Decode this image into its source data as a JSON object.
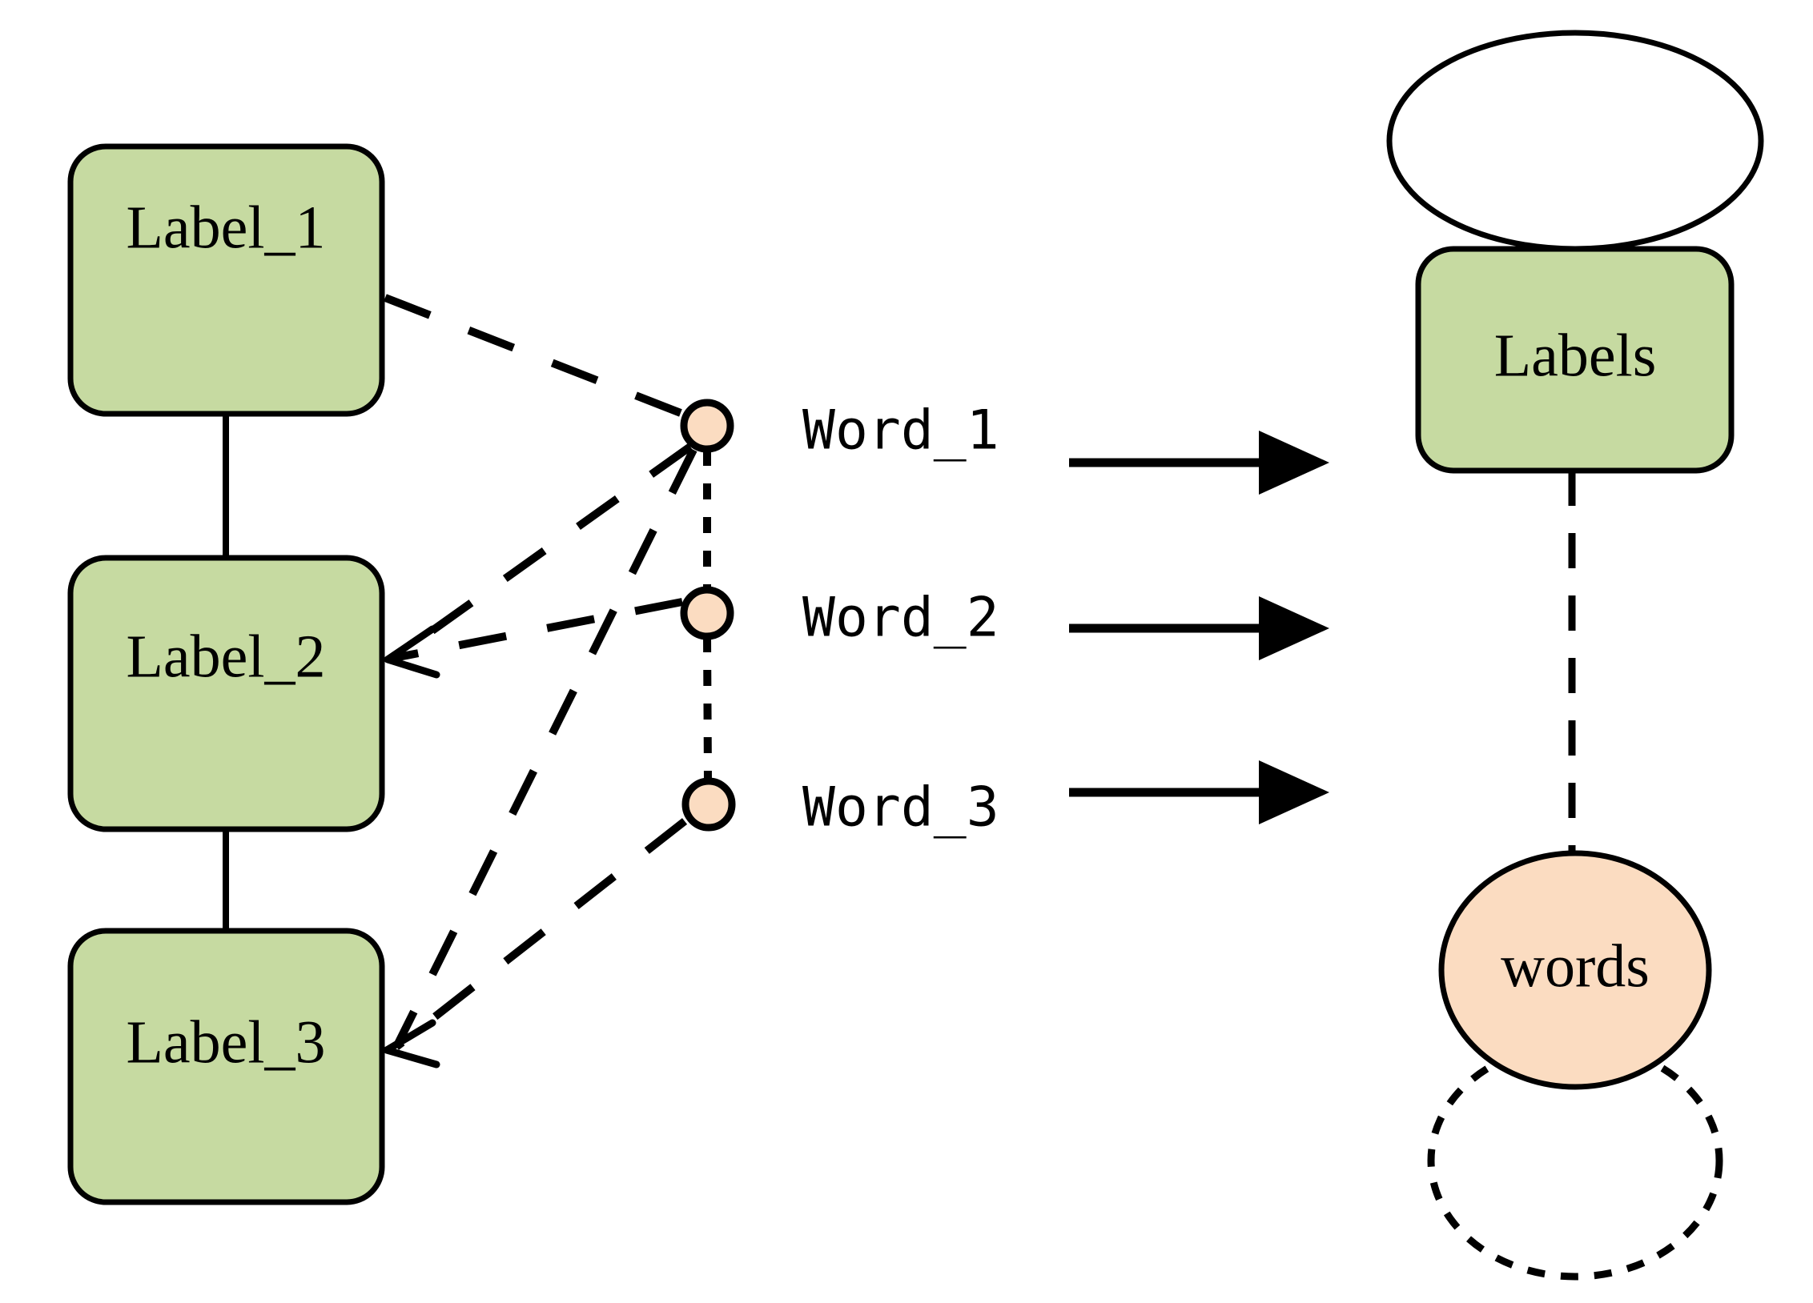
{
  "diagram": {
    "title": "Label and word graph diagram",
    "colors": {
      "label_fill": "#c6daa1",
      "word_fill": "#fbdcc1",
      "stroke": "#000000",
      "background": "#ffffff"
    },
    "left_group": {
      "boxes": [
        {
          "id": "label-1",
          "text": "Label_1"
        },
        {
          "id": "label-2",
          "text": "Label_2"
        },
        {
          "id": "label-3",
          "text": "Label_3"
        }
      ],
      "word_nodes": [
        {
          "id": "word-node-1",
          "text": "Word_1"
        },
        {
          "id": "word-node-2",
          "text": "Word_2"
        },
        {
          "id": "word-node-3",
          "text": "Word_3"
        }
      ]
    },
    "right_group": {
      "label_box": {
        "id": "labels-box",
        "text": "Labels"
      },
      "word_ellipse": {
        "id": "words-ellipse",
        "text": "words"
      }
    },
    "arrows": [
      {
        "id": "map-arrow-1"
      },
      {
        "id": "map-arrow-2"
      },
      {
        "id": "map-arrow-3"
      }
    ],
    "edges": {
      "label_chain": "solid",
      "label_to_word": "dashed",
      "word_chain": "dotted",
      "labels_self_loop": "solid",
      "words_self_loop": "dotted",
      "labels_to_words": "dashed"
    }
  }
}
